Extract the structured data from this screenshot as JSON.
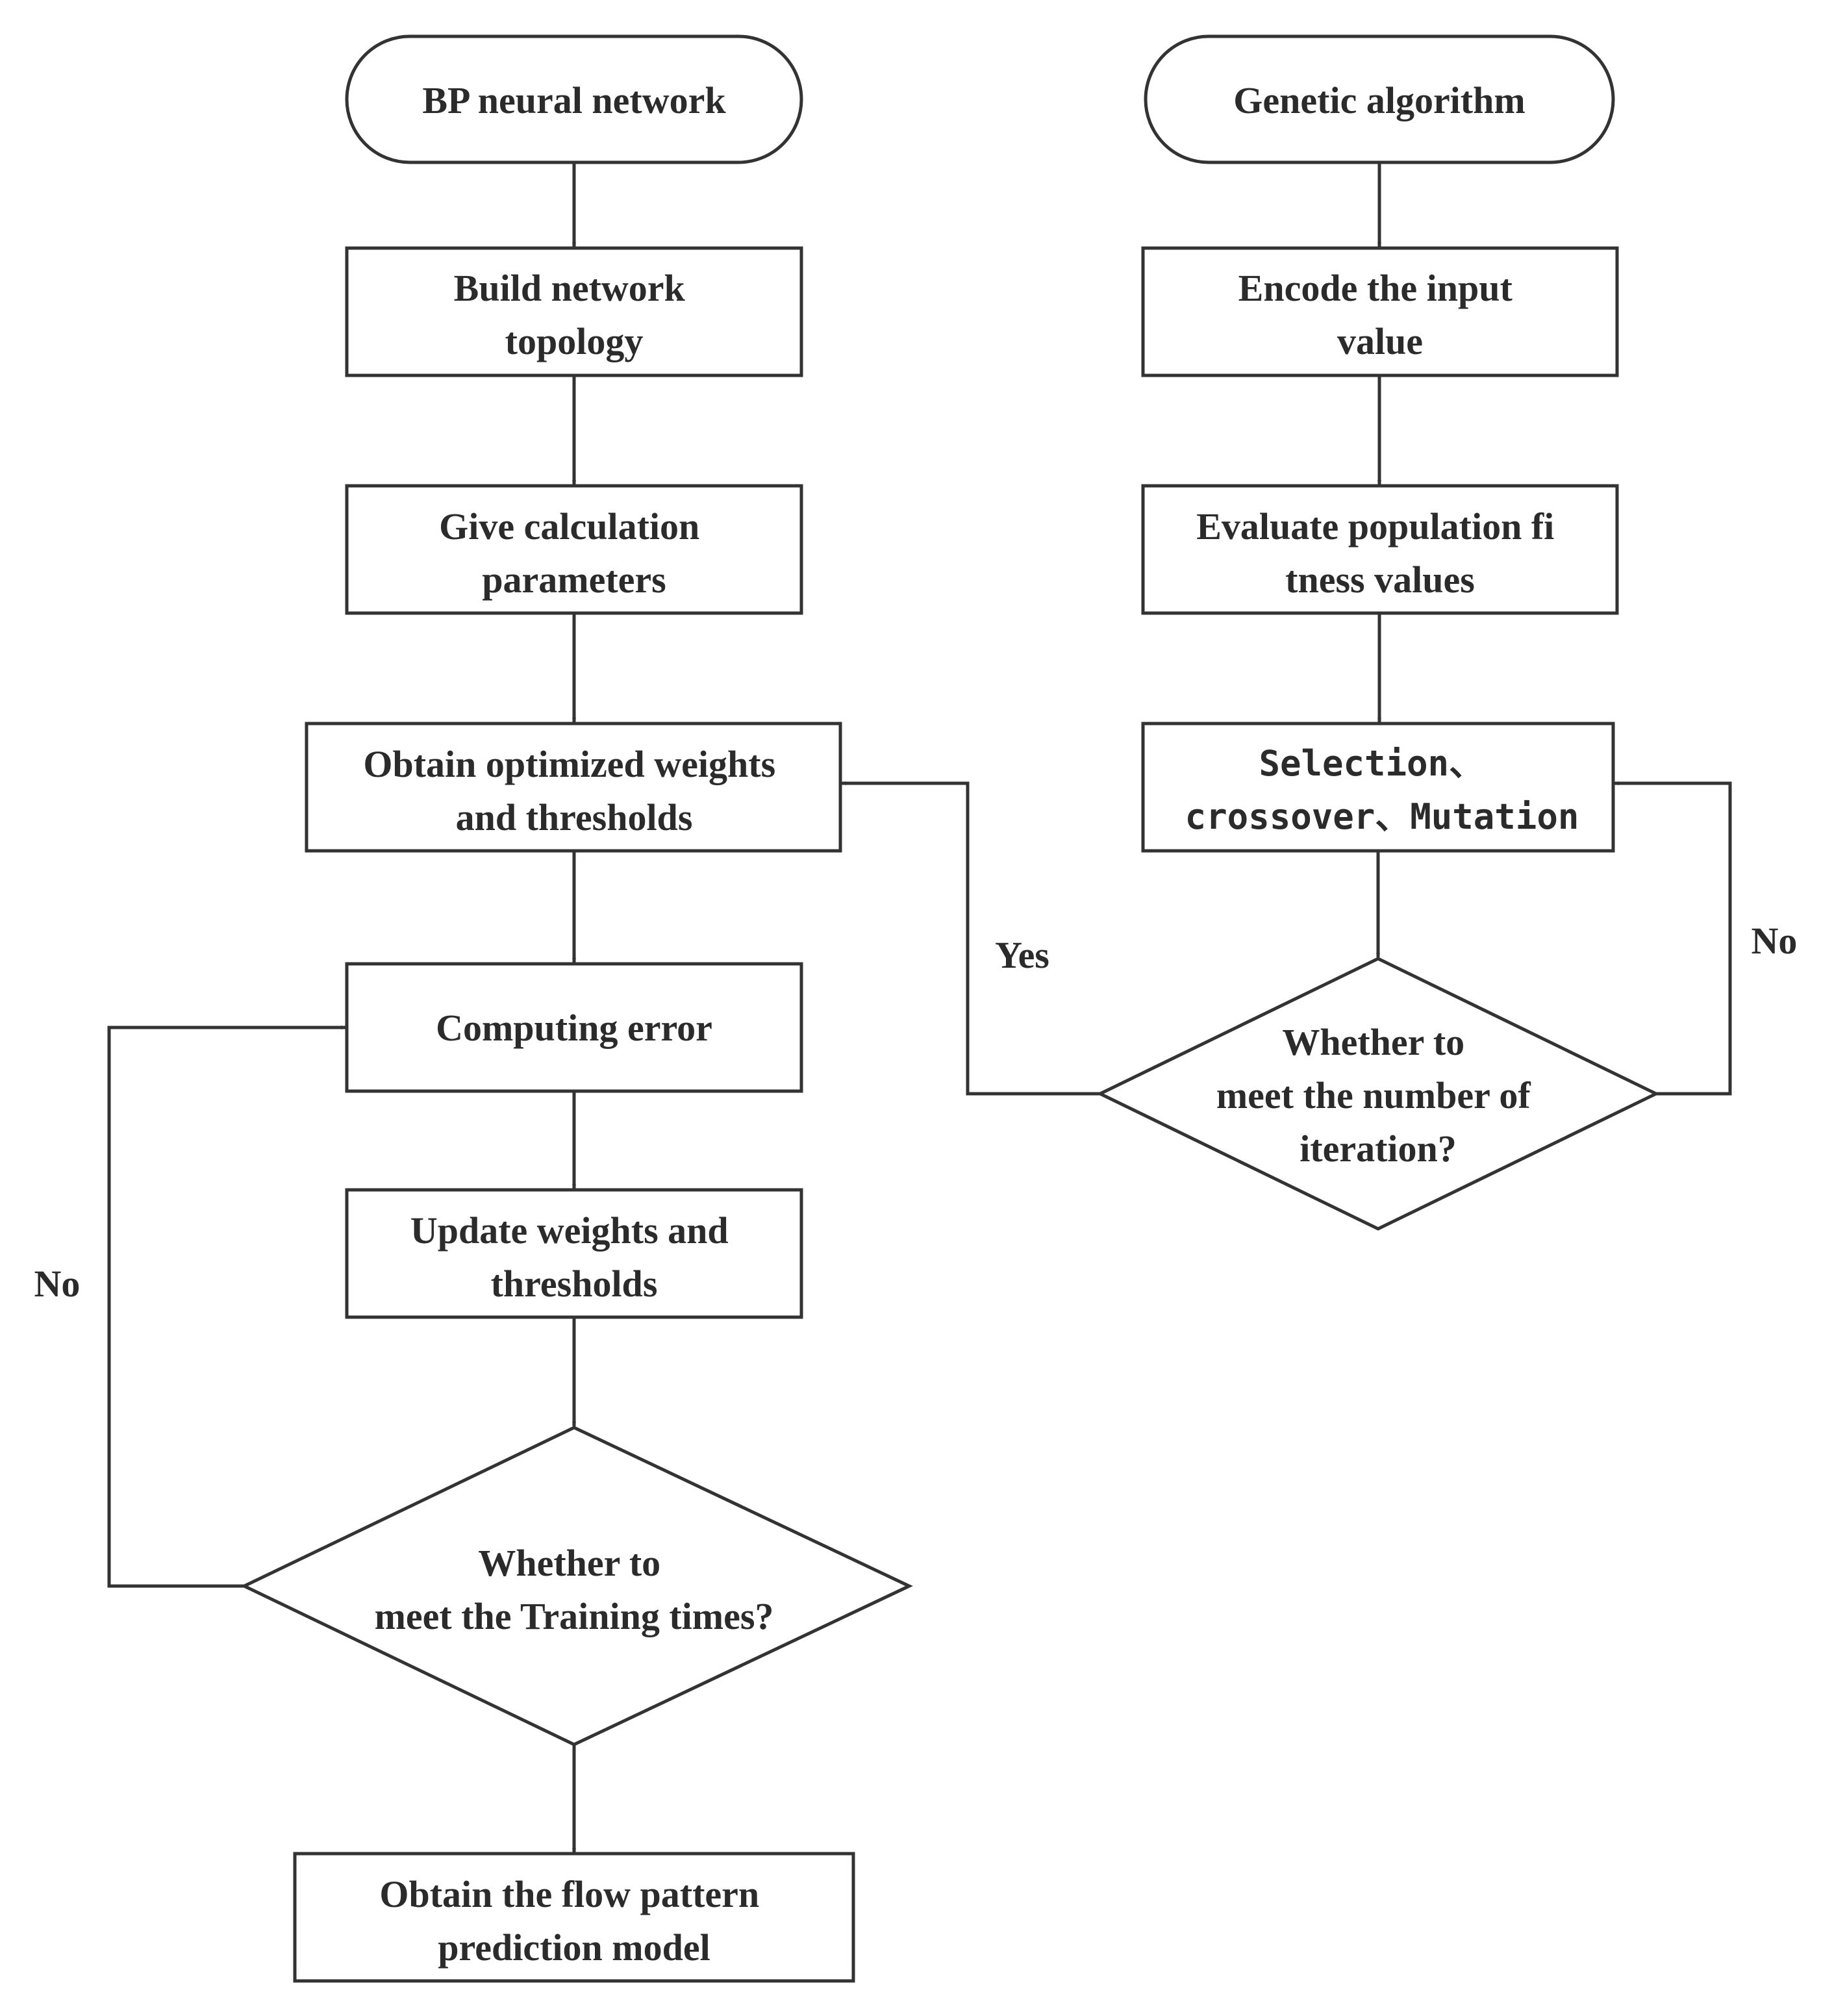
{
  "diagram": {
    "left_column": {
      "start": "BP neural network",
      "build_topology": [
        "Build network",
        "topology"
      ],
      "give_parameters": [
        "Give calculation",
        "parameters"
      ],
      "obtain_weights": [
        "Obtain optimized weights",
        "and thresholds"
      ],
      "computing_error": "Computing error",
      "update_weights": [
        "Update weights and",
        "thresholds"
      ],
      "training_decision": [
        "Whether to",
        "meet the Training times?"
      ],
      "final_model": [
        "Obtain the flow pattern",
        "prediction model"
      ]
    },
    "right_column": {
      "start": "Genetic algorithm",
      "encode_input": [
        "Encode the input",
        "value"
      ],
      "evaluate_fitness": [
        "Evaluate population fi",
        "tness values"
      ],
      "selection_ops": [
        "Selection、",
        "crossover、Mutation"
      ],
      "iteration_decision": [
        "Whether to",
        "meet the number of",
        "iteration?"
      ]
    },
    "edge_labels": {
      "iteration_yes": "Yes",
      "iteration_no": "No",
      "training_no": "No"
    }
  }
}
